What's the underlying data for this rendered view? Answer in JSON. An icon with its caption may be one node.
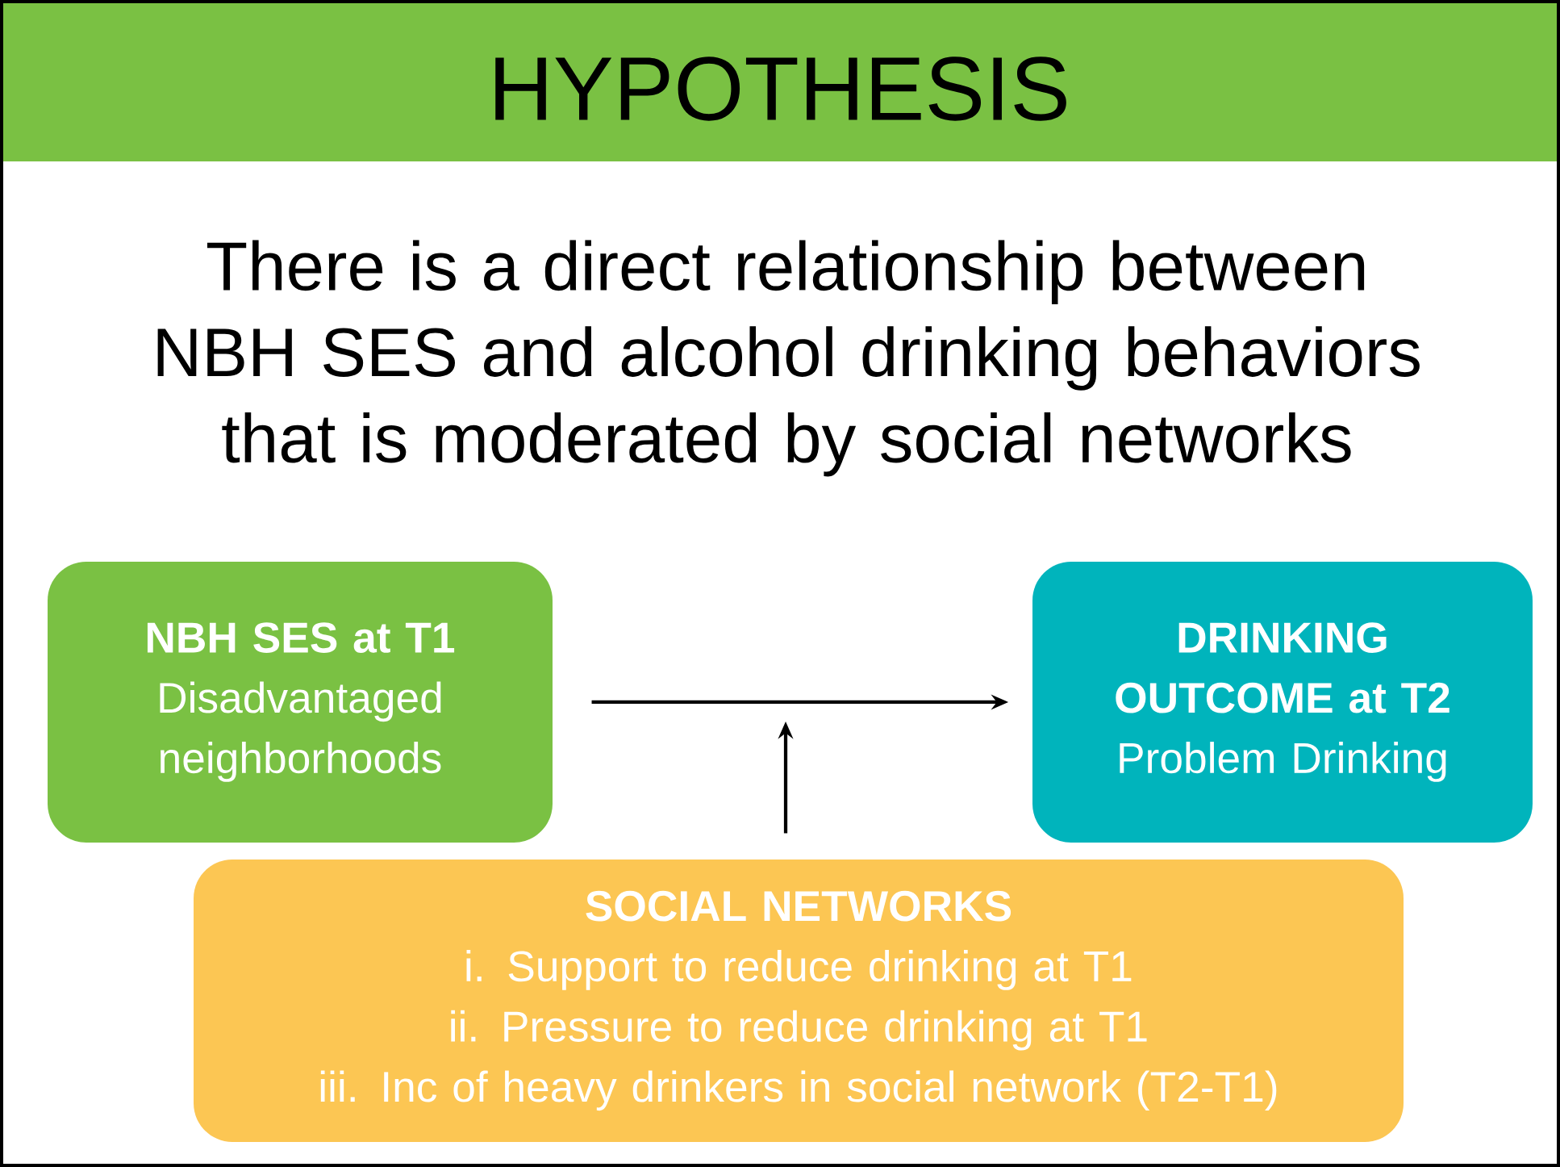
{
  "diagram": {
    "title": "HYPOTHESIS",
    "nodes": [
      {
        "text": [
          "NBH SES at T1",
          "Disadvantaged neighborhoods"
        ]
      },
      {
        "text": [
          "DRINKING OUTCOME at T2",
          "Problem Drinking"
        ]
      },
      {
        "text": [
          "SOCIAL NETWORKS",
          "i. Support to reduce drinking at T1",
          "ii. Pressure to reduce drinking at T1",
          "iii. Inc of heavy drinkers in social network (T2-T1)"
        ]
      }
    ],
    "edges": [
      {
        "from": 0,
        "to": 1,
        "arrow": "to"
      },
      {
        "from": 2,
        "to": null,
        "arrow": "to"
      }
    ],
    "labels": [
      "There is a direct relationship between NBH SES and alcohol drinking behaviors that is moderated by social networks"
    ]
  }
}
